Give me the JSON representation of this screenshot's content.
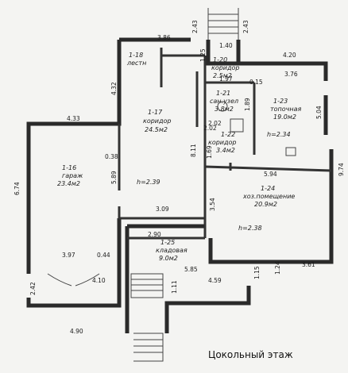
{
  "caption": "Цокольный этаж",
  "rooms": [
    {
      "id": "1-16",
      "name": "гараж",
      "area": "23.4м2"
    },
    {
      "id": "1-17",
      "name": "коридор",
      "area": "24.5м2"
    },
    {
      "id": "1-18",
      "name": "лестн",
      "area": ""
    },
    {
      "id": "1-20",
      "name": "коридор",
      "area": "2.5м2"
    },
    {
      "id": "1-21",
      "name": "сан.узел",
      "area": "3.8м2"
    },
    {
      "id": "1-22",
      "name": "коридор",
      "area": "3.4м2"
    },
    {
      "id": "1-23",
      "name": "топочная",
      "area": "19.0м2"
    },
    {
      "id": "1-24",
      "name": "хоз.помещение",
      "area": "20.9м2"
    },
    {
      "id": "1-25",
      "name": "кладовая",
      "area": "9.0м2"
    }
  ],
  "heights": [
    "h=2.39",
    "h=2.34",
    "h=2.38"
  ],
  "dimensions": [
    "3.86",
    "2.43",
    "2.43",
    "1.40",
    "4.20",
    "1.25",
    "1.97",
    "0.15",
    "3.76",
    "4.32",
    "4.33",
    "2.02",
    "2.02",
    "1.89",
    "5.04",
    "9.74",
    "6.74",
    "0.38",
    "5.89",
    "8.11",
    "1.69",
    "5.94",
    "3.54",
    "3.09",
    "2.90",
    "3.97",
    "0.44",
    "4.10",
    "1.11",
    "5.85",
    "4.59",
    "1.15",
    "1.24",
    "3.61",
    "2.42",
    "4.90"
  ]
}
